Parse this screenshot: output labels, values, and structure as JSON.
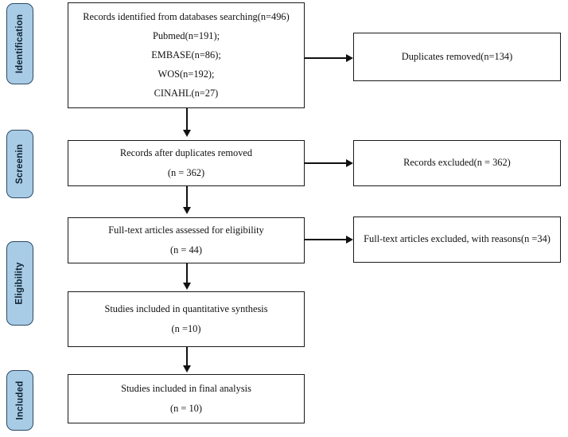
{
  "diagram": {
    "title": "PRISMA study selection flow diagram",
    "colors": {
      "tab_fill": "#a9cce6",
      "tab_border": "#2b4a66",
      "box_border": "#1a1a1a",
      "text": "#111111",
      "background": "#ffffff"
    }
  },
  "stages": [
    {
      "label": "Identification"
    },
    {
      "label": "Screenin"
    },
    {
      "label": "Eligibility"
    },
    {
      "label": "Included"
    }
  ],
  "boxes": {
    "identified": {
      "lines": [
        "Records identified from databases searching(n=496)",
        "Pubmed(n=191);",
        "EMBASE(n=86);",
        "WOS(n=192);",
        "CINAHL(n=27)"
      ]
    },
    "duplicates_removed": {
      "lines": [
        "Duplicates removed(n=134)"
      ]
    },
    "after_duplicates": {
      "lines": [
        "Records after duplicates removed",
        "(n = 362)"
      ]
    },
    "records_excluded": {
      "lines": [
        "Records excluded(n = 362)"
      ]
    },
    "fulltext_assessed": {
      "lines": [
        "Full-text articles assessed for eligibility",
        "(n = 44)"
      ]
    },
    "fulltext_excluded": {
      "lines": [
        "Full-text articles excluded, with reasons(n =34)"
      ]
    },
    "quantitative_synthesis": {
      "lines": [
        "Studies included in quantitative synthesis",
        "(n =10)"
      ]
    },
    "final_analysis": {
      "lines": [
        "Studies included in final analysis",
        "(n = 10)"
      ]
    }
  }
}
